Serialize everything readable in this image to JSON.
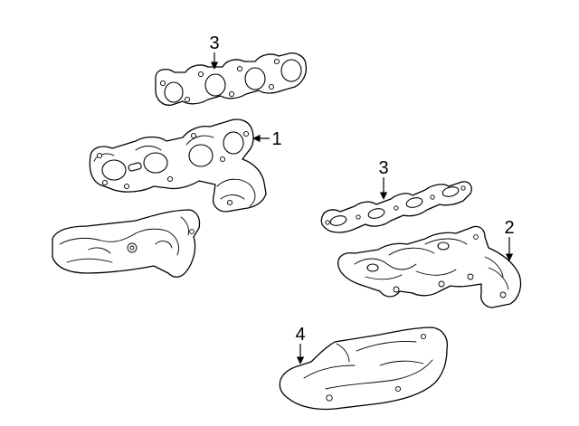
{
  "callouts": [
    {
      "id": "callout-1",
      "label": "1"
    },
    {
      "id": "callout-2",
      "label": "2"
    },
    {
      "id": "callout-3a",
      "label": "3"
    },
    {
      "id": "callout-3b",
      "label": "3"
    },
    {
      "id": "callout-4",
      "label": "4"
    }
  ]
}
